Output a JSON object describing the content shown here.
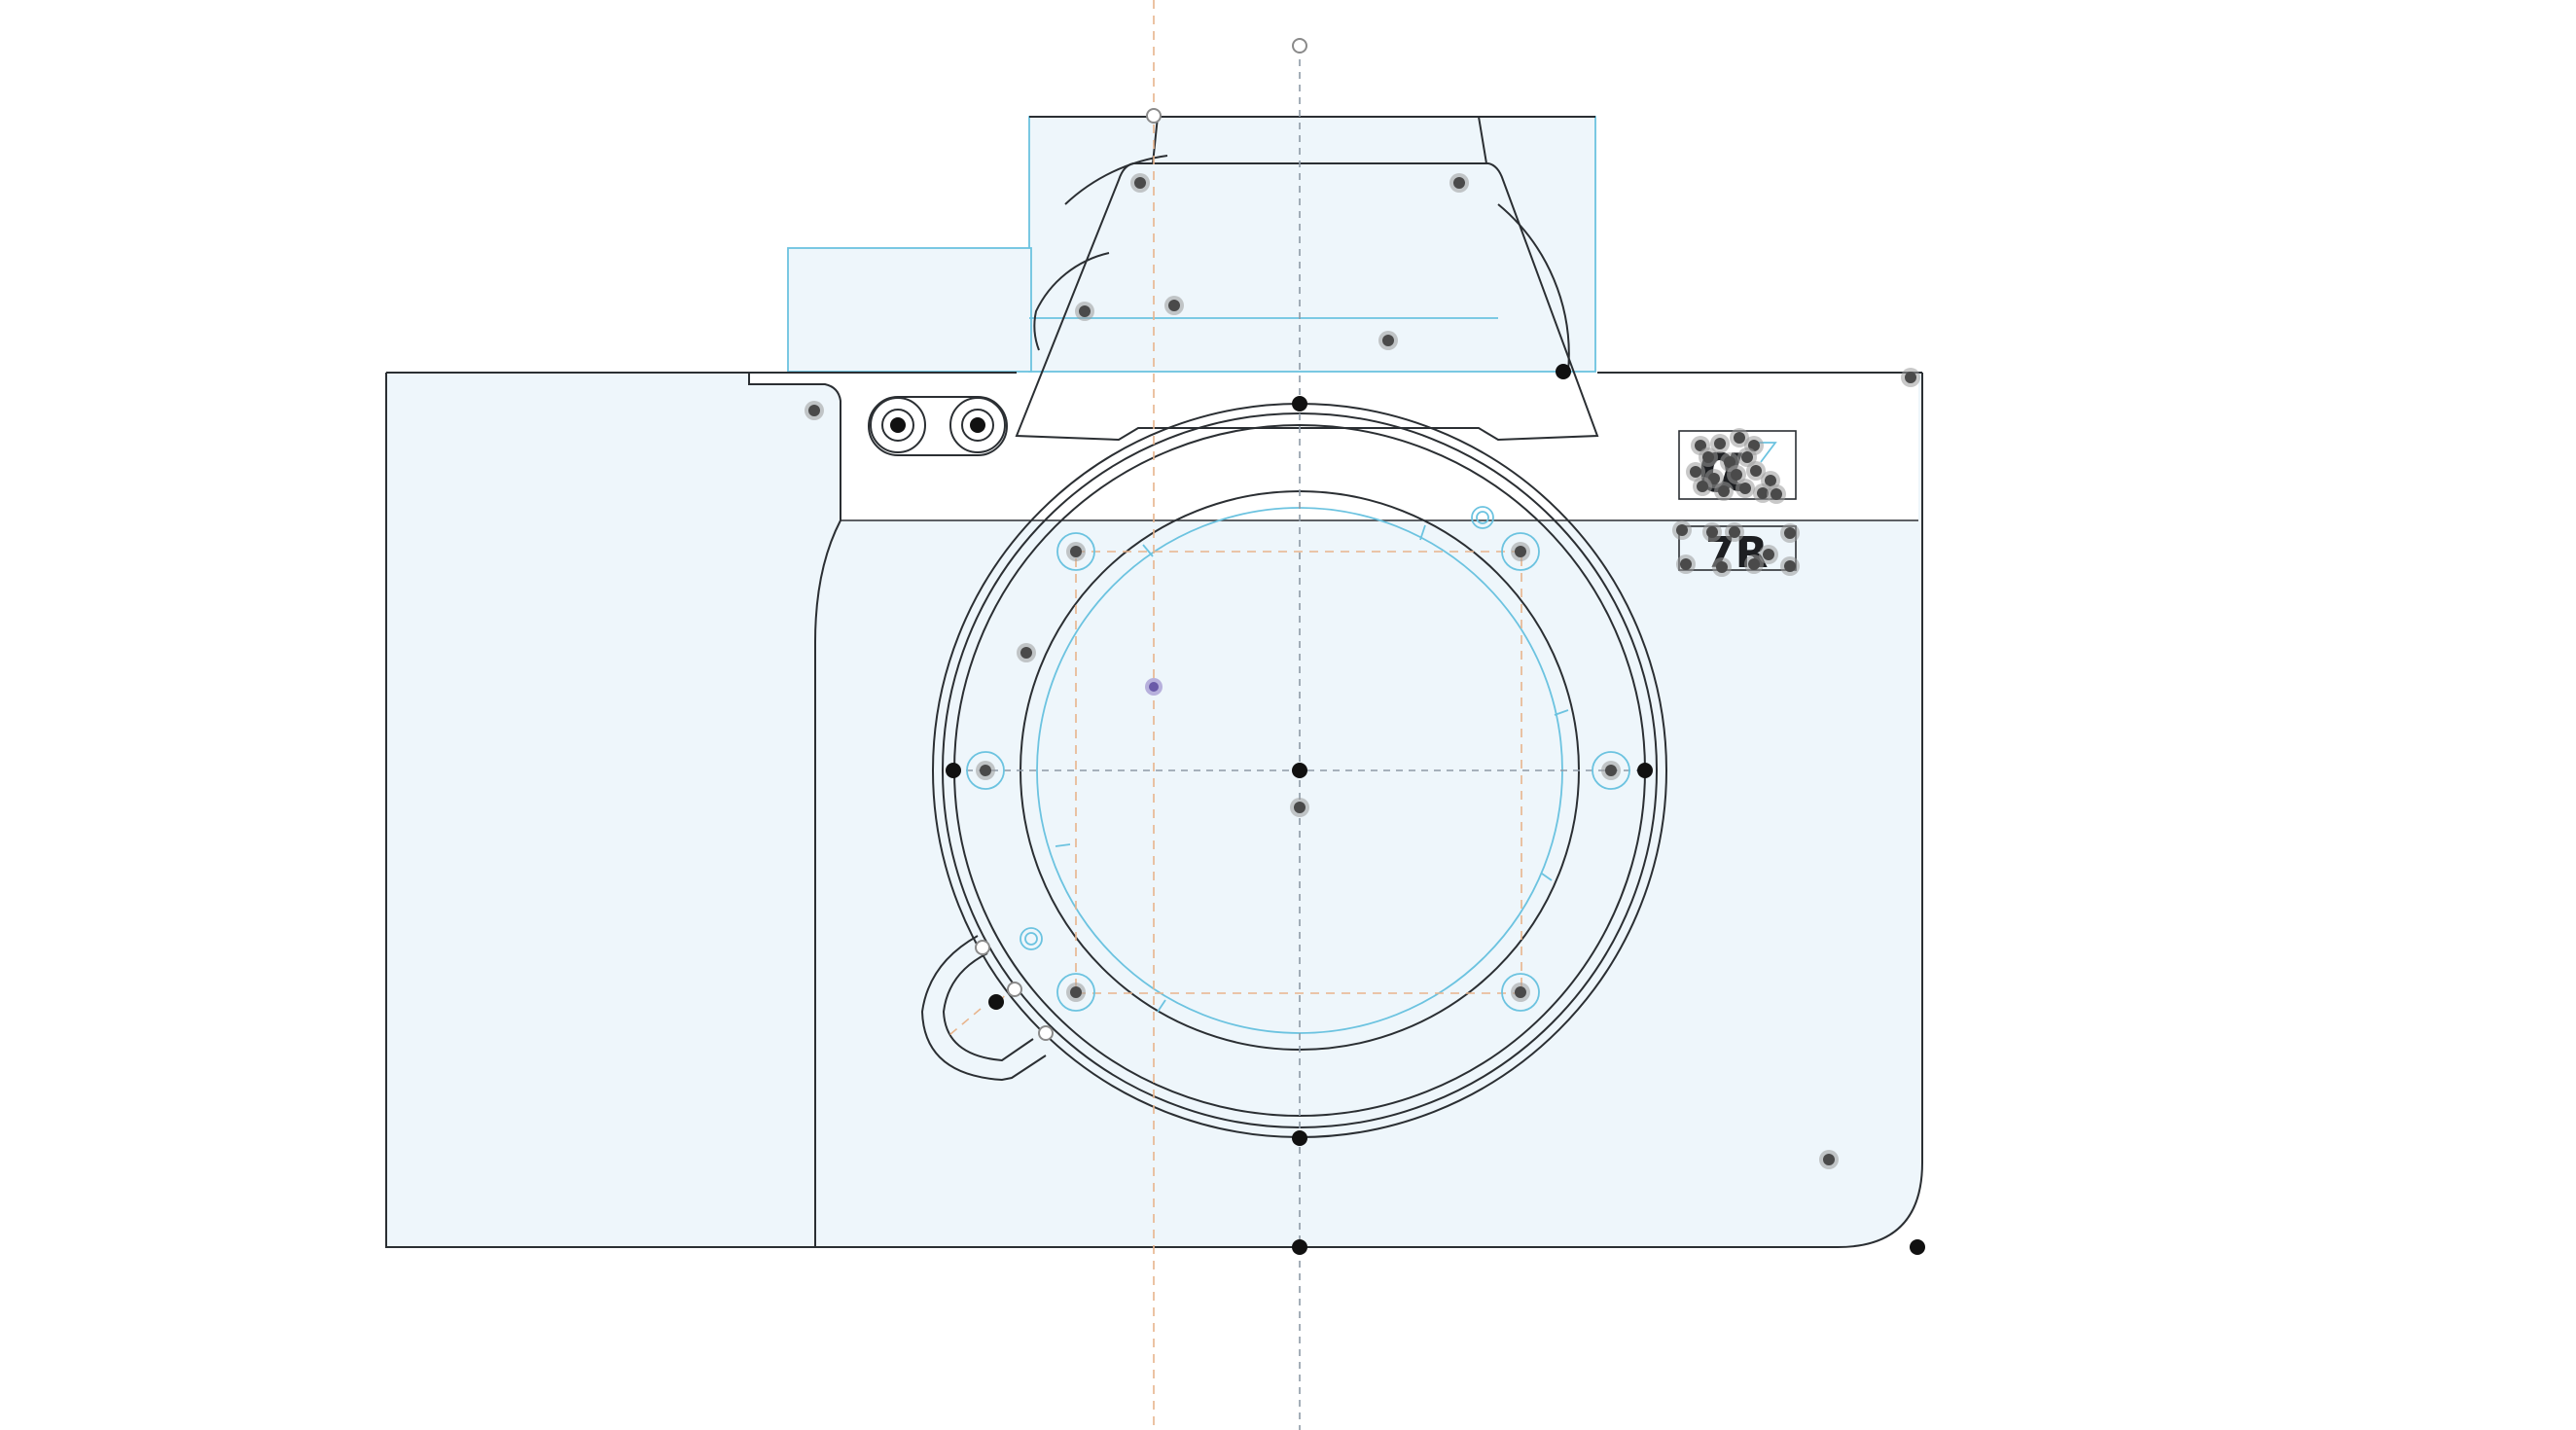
{
  "app": {
    "canvas": "vector-editor",
    "subject": "camera-front-outline"
  },
  "badge": {
    "alpha_symbol": "α",
    "model_text": "7R"
  },
  "colors": {
    "body_fill": "#eef6fb",
    "outline": "#2b2f33",
    "guide_blue": "#6cc3e0",
    "guide_dash": "#8e9aa6",
    "guide_orange": "#e8b48c",
    "anchor_point": "#111111",
    "selected_point": "#6a5aa8"
  },
  "icons": {
    "anchor": "filled-circle",
    "handle": "open-circle"
  }
}
